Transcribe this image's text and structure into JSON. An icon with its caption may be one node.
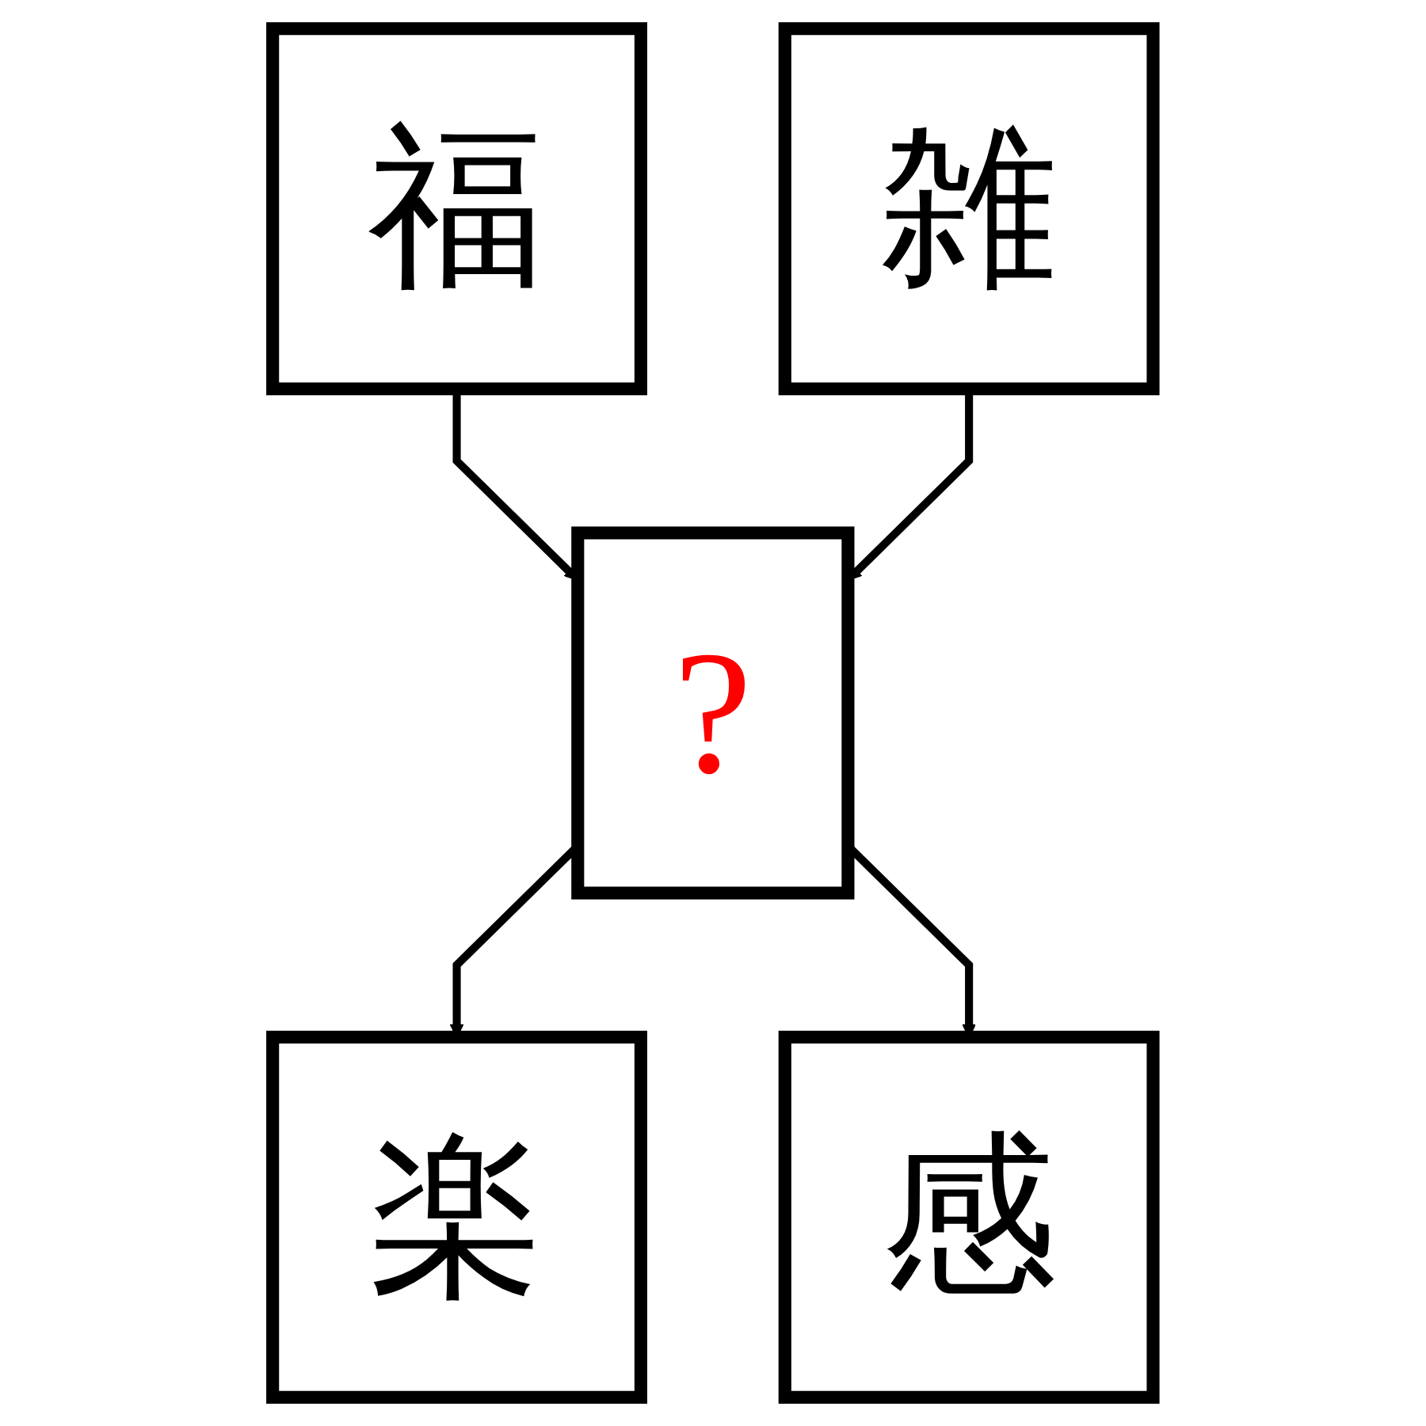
{
  "diagram": {
    "nodes": [
      {
        "text": [
          "福"
        ]
      },
      {
        "text": [
          "雑"
        ]
      },
      {
        "text": [
          "?"
        ]
      },
      {
        "text": [
          "楽"
        ]
      },
      {
        "text": [
          "感"
        ]
      }
    ],
    "edges": [
      {
        "from": 0,
        "to": 2,
        "arrow": "to"
      },
      {
        "from": 1,
        "to": 2,
        "arrow": "to"
      },
      {
        "from": 2,
        "to": 3,
        "arrow": "to"
      },
      {
        "from": 2,
        "to": 4,
        "arrow": "to"
      }
    ]
  }
}
